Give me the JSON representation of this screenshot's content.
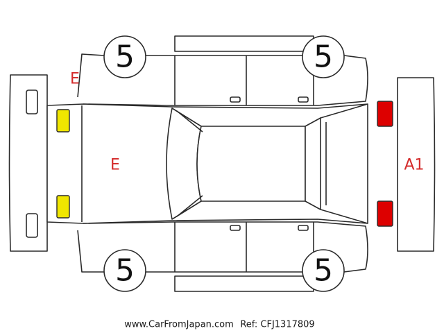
{
  "tires": {
    "front_left": "5",
    "front_right": "5",
    "rear_left": "5",
    "rear_right": "5"
  },
  "damage_codes": {
    "left_front_corner": "E",
    "hood": "E",
    "rear_bumper": "A1"
  },
  "colors": {
    "code_red": "#d42a2a",
    "marker_yellow": "#f0e600",
    "marker_red": "#dd0000",
    "outline": "#2a2a2a"
  },
  "footer": {
    "site": "www.CarFromJapan.com",
    "ref": "Ref: CFJ1317809"
  }
}
